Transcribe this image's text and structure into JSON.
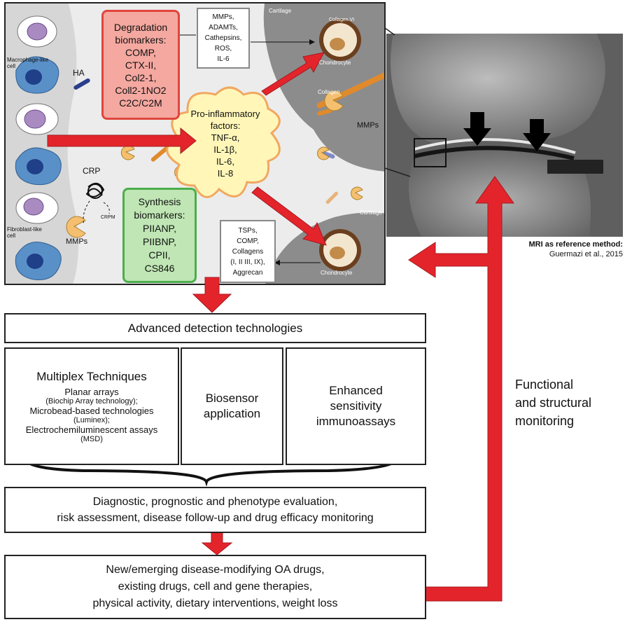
{
  "top_panel": {
    "labels": {
      "macrophage": "Macrophage-like\ncell",
      "fibroblast": "Fibroblast-like\ncell",
      "ha": "HA",
      "crp": "CRP",
      "crpm": "CRPM",
      "mmps_left": "MMPs",
      "mmps_right": "MMPs",
      "cartilage_top": "Cartilage",
      "cartilage_bottom": "Cartilage",
      "collagen_vi": "Collagen VI",
      "collagen": "Collagen",
      "chondrocyte_top": "Chondrocyte",
      "chondrocyte_bottom": "Chondrocyte"
    },
    "degradation": "Degradation\nbiomarkers:\nCOMP,\nCTX-II,\nCol2-1,\nColl2-1NO2\nC2C/C2M",
    "synthesis": "Synthesis\nbiomarkers:\nPIIANP,\nPIIBNP,\nCPII,\nCS846",
    "inflammatory": "Pro-inflammatory\nfactors:\nTNF-α,\nIL-1β,\nIL-6,\nIL-8",
    "mmps_box": "MMPs,\nADAMTs,\nCathepsins,\nROS,\nIL-6",
    "tsps_box": "TSPs,\nCOMP,\nCollagens\n(I, II III, IX),\nAggrecan"
  },
  "mri": {
    "caption": "MRI as reference method:",
    "citation": "Guermazi et al., 2015"
  },
  "advanced": "Advanced detection technologies",
  "multiplex": {
    "title": "Multiplex Techniques",
    "line1": "Planar arrays",
    "line2": "(Biochip Array technology);",
    "line3": "Microbead-based technologies",
    "line4": "(Luminex);",
    "line5": "Electrochemiluminescent assays",
    "line6": "(MSD)"
  },
  "biosensor": "Biosensor\napplication",
  "enhanced": "Enhanced\nsensitivity\nimmunoassays",
  "diagnostic": "Diagnostic, prognostic and phenotype evaluation,\nrisk assessment, disease follow-up and drug efficacy monitoring",
  "drugs": "New/emerging disease-modifying OA drugs,\nexisting drugs, cell and gene therapies,\nphysical activity, dietary interventions, weight loss",
  "functional": "Functional\nand structural\nmonitoring",
  "colors": {
    "arrow_red": "#e3242b",
    "degradation_fill": "#f4a8a0",
    "synthesis_fill": "#bfe6b4",
    "inflammatory_fill": "#fff6b8"
  }
}
